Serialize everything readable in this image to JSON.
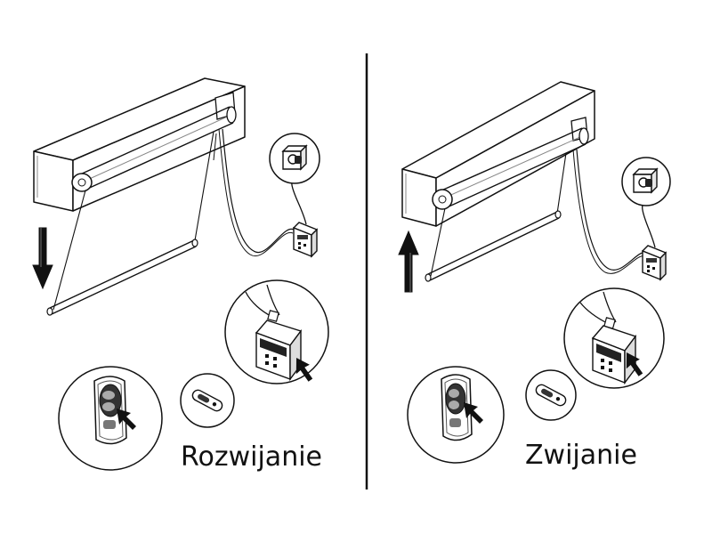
{
  "panels": [
    {
      "caption": "Rozwijanie",
      "direction": "down"
    },
    {
      "caption": "Zwijanie",
      "direction": "up"
    }
  ],
  "colors": {
    "line": "#111111",
    "fill": "#ffffff",
    "shade": "#555555",
    "arrow": "#111111"
  },
  "icons": [
    "arrow-down-icon",
    "arrow-up-icon",
    "pointer-arrow-icon",
    "remote-control-icon",
    "wall-socket-icon",
    "control-box-icon"
  ]
}
